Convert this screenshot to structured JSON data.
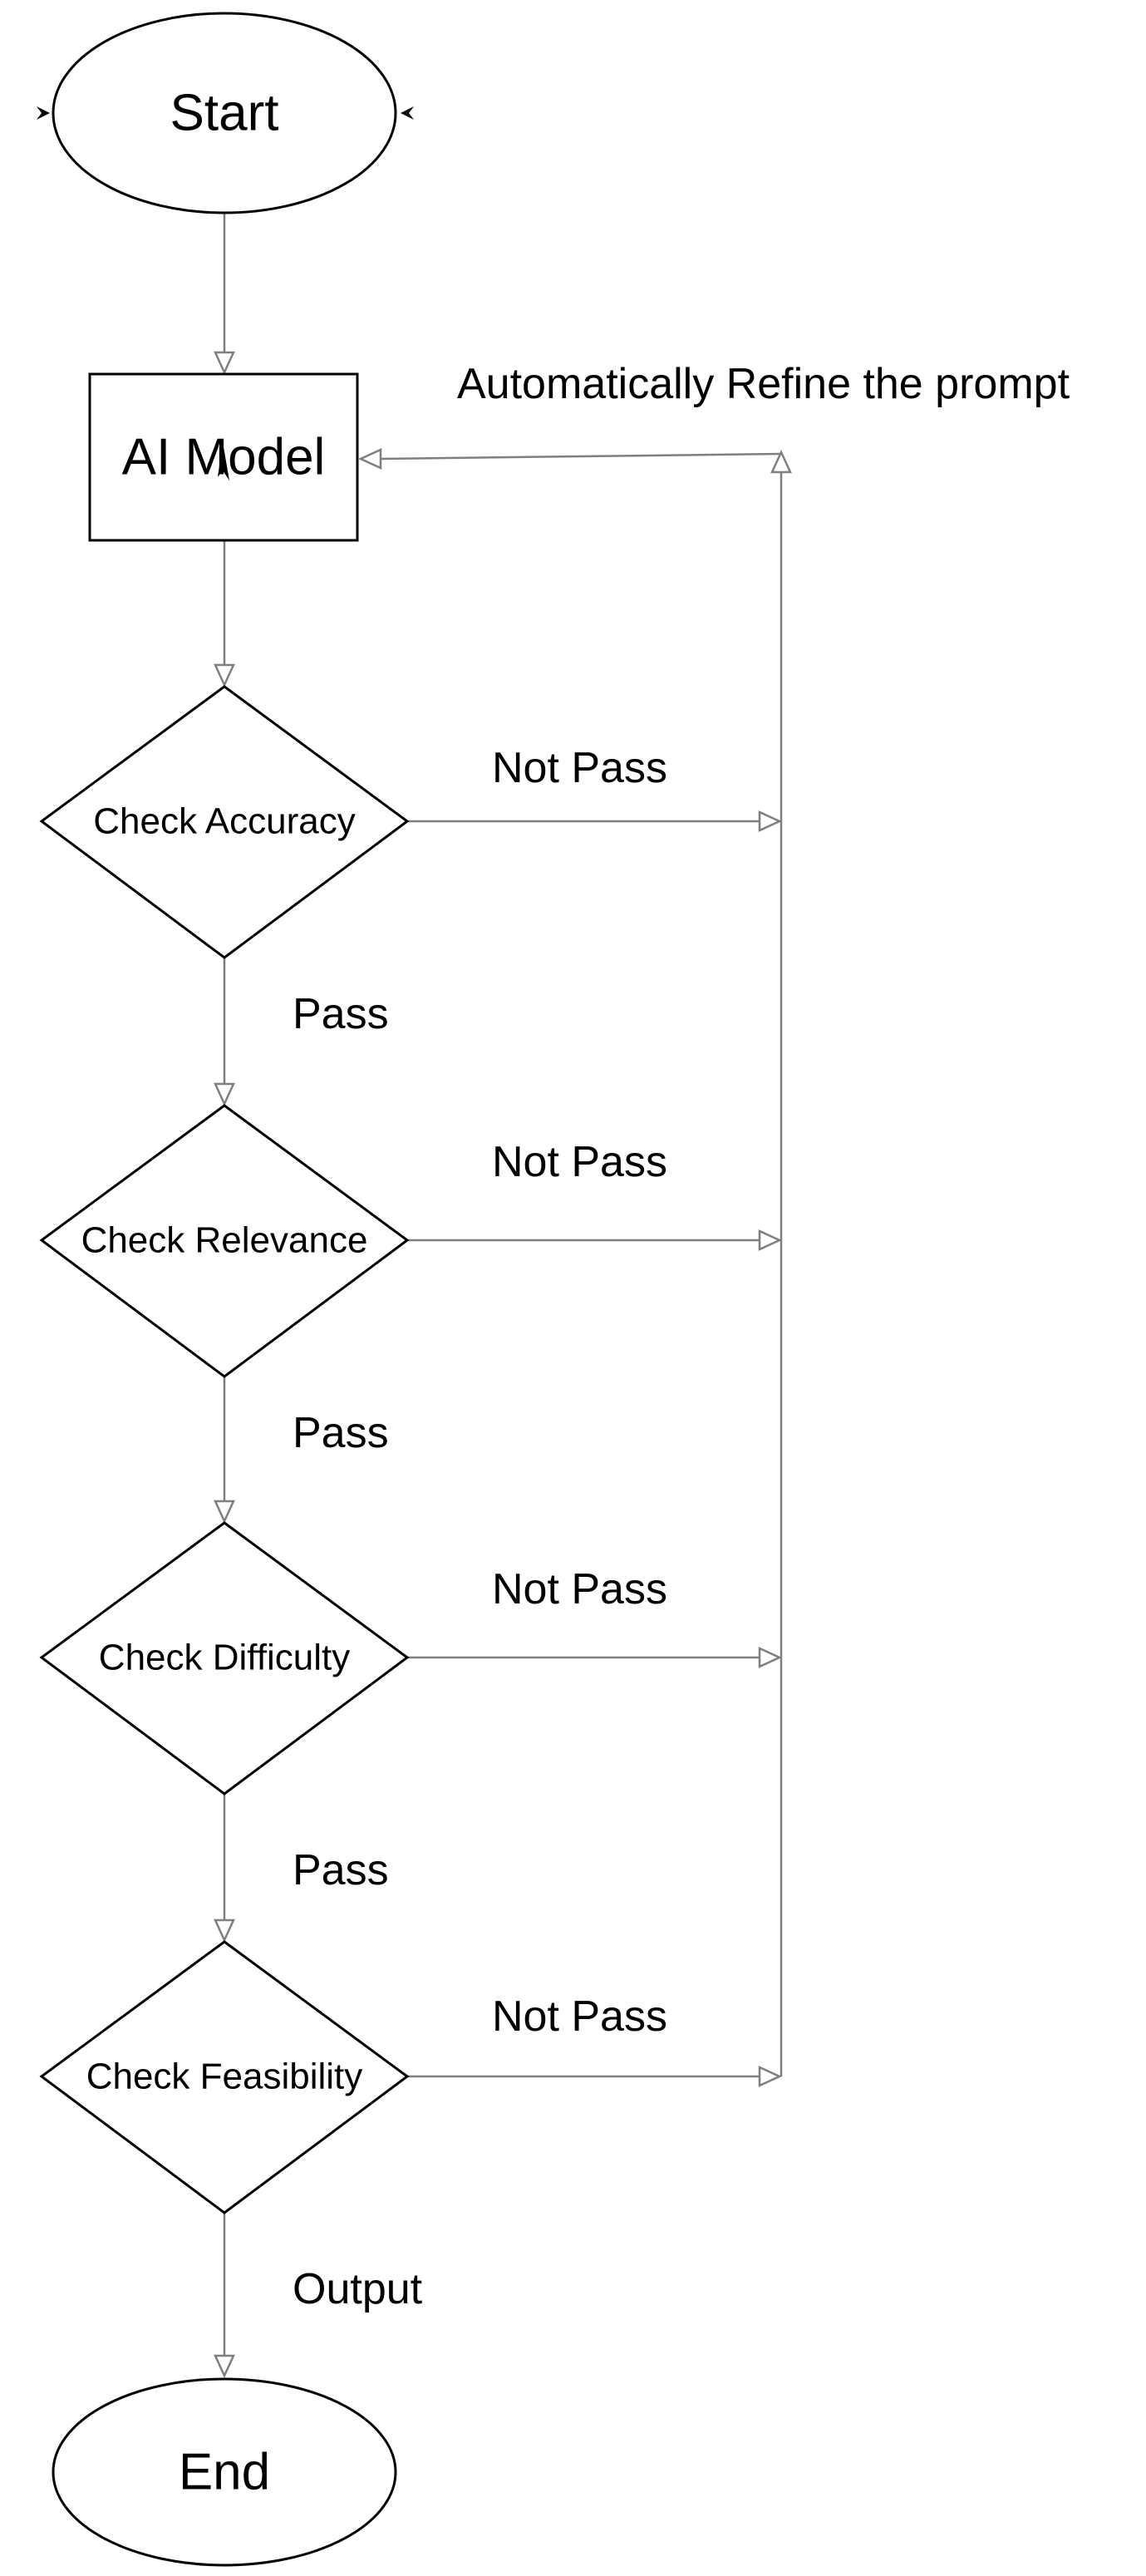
{
  "nodes": {
    "start": "Start",
    "ai_model": "AI Model",
    "check_accuracy": "Check Accuracy",
    "check_relevance": "Check Relevance",
    "check_difficulty": "Check Difficulty",
    "check_feasibility": "Check Feasibility",
    "end": "End"
  },
  "edges": {
    "refine": "Automatically Refine the prompt",
    "not_pass": "Not Pass",
    "pass": "Pass",
    "output": "Output"
  },
  "colors": {
    "shape_stroke": "#000000",
    "connector": "#7f7f7f",
    "background": "#ffffff"
  }
}
